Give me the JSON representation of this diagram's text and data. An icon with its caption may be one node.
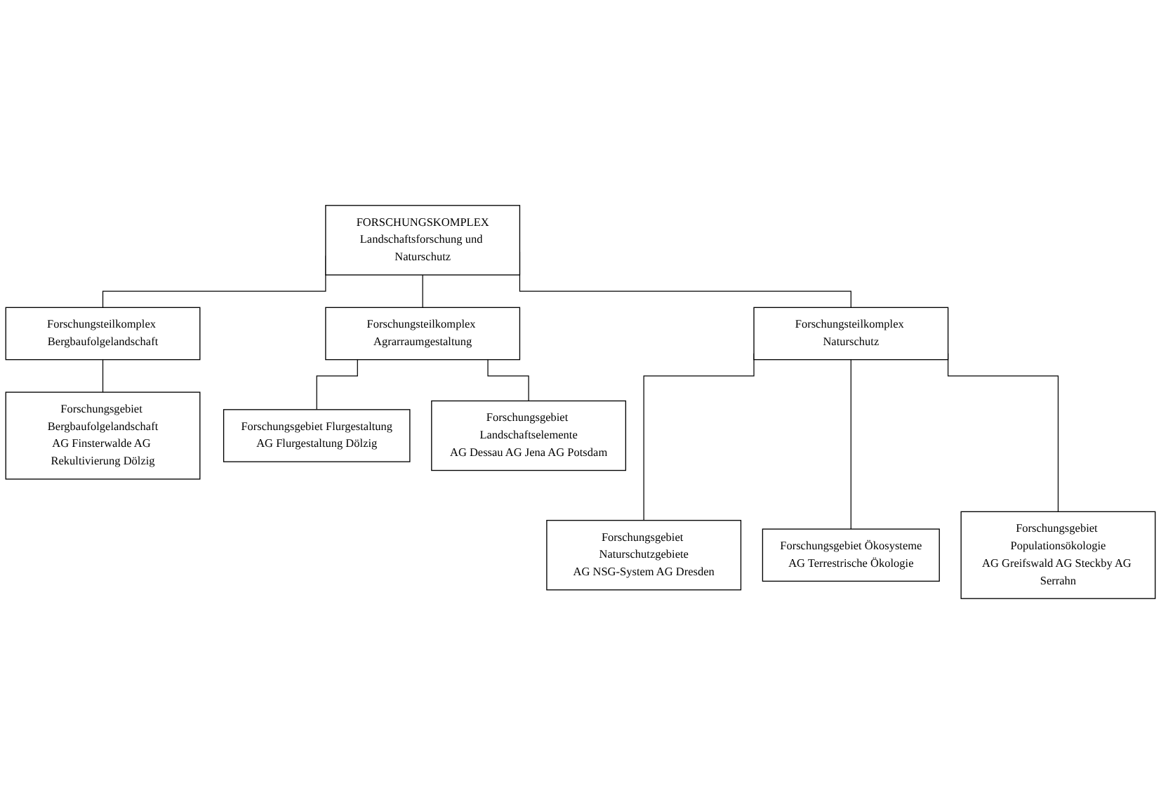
{
  "diagram": {
    "nodes": [
      {
        "text": [
          "FORSCHUNGSKOMPLEX",
          "Landschaftsforschung und Naturschutz"
        ]
      },
      {
        "text": [
          "Forschungsteilkomplex Bergbaufolgelandschaft"
        ]
      },
      {
        "text": [
          "Forschungsteilkomplex Naturschutz"
        ]
      },
      {
        "text": [
          "Forschungsteilkomplex Agrarraumgestaltung"
        ]
      },
      {
        "text": [
          "Forschungsgebiet Bergbaufolgelandschaft",
          "AG Finsterwalde AG Rekultivierung Dölzig"
        ]
      },
      {
        "text": [
          "Forschungsgebiet Flurgestaltung",
          "AG Flurgestaltung Dölzig"
        ]
      },
      {
        "text": [
          "Forschungsgebiet Landschaftselemente",
          "AG Dessau AG Jena AG Potsdam"
        ]
      },
      {
        "text": [
          "Forschungsgebiet Naturschutzgebiete",
          "AG NSG-System AG Dresden"
        ]
      },
      {
        "text": [
          "Forschungsgebiet Ökosysteme",
          "AG Terrestrische Ökologie"
        ]
      },
      {
        "text": [
          "Forschungsgebiet Populationsökologie",
          "AG Greifswald AG Steckby AG Serrahn"
        ]
      }
    ],
    "edges": [
      {
        "from": 0,
        "to": 1,
        "arrow": "none"
      },
      {
        "from": 0,
        "to": 2,
        "arrow": "none"
      },
      {
        "from": 0,
        "to": 3,
        "arrow": "none"
      },
      {
        "from": 1,
        "to": 4,
        "arrow": "none"
      },
      {
        "from": 3,
        "to": 5,
        "arrow": "none"
      },
      {
        "from": 3,
        "to": 6,
        "arrow": "none"
      },
      {
        "from": 2,
        "to": 7,
        "arrow": "none"
      },
      {
        "from": 2,
        "to": 8,
        "arrow": "none"
      },
      {
        "from": 2,
        "to": 9,
        "arrow": "none"
      }
    ]
  }
}
